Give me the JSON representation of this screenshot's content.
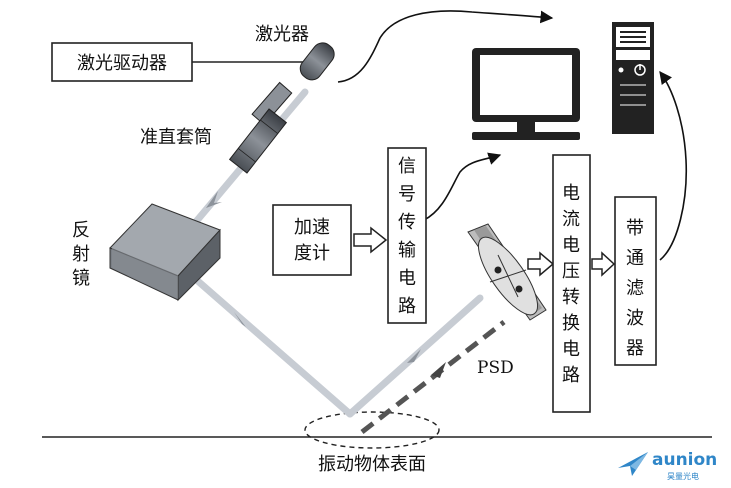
{
  "labels": {
    "laser": "激光器",
    "laser_driver": "激光驱动器",
    "collimator": "准直套筒",
    "reflector": "反射镜",
    "accelerometer": "加速度计",
    "signal_circuit": "信号传输电路",
    "current_voltage": "电流电压转换电路",
    "bandpass": "带通滤波器",
    "psd": "PSD",
    "surface": "振动物体表面"
  },
  "logo": {
    "brand": "aunion",
    "sub": "昊量光电"
  },
  "colors": {
    "beam": "#c7ccd3",
    "beam_arrow": "#8d939b",
    "reflected_dash": "#555555",
    "box_stroke": "#222222"
  }
}
